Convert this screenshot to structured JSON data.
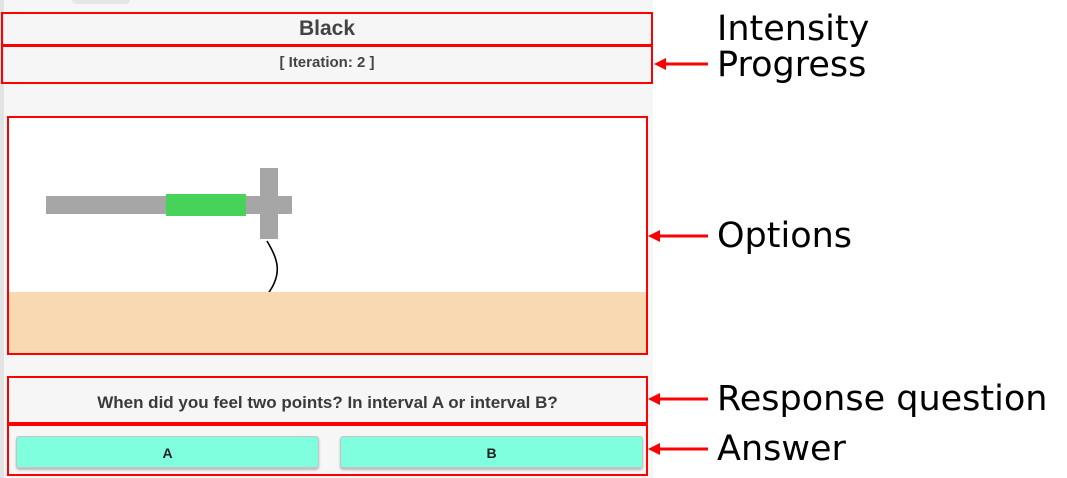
{
  "app": {
    "intensity": "Black",
    "progress": "[ Iteration: 2 ]",
    "question": "When did you feel two points? In interval A or interval B?",
    "answers": [
      "A",
      "B"
    ]
  },
  "annotations": {
    "intensity": "Intensity",
    "progress": "Progress",
    "options": "Options",
    "response_question": "Response question",
    "answer": "Answer"
  },
  "colors": {
    "annotation_red": "#ff0000",
    "answer_button": "#7fffdd",
    "skin": "#f8d9b2",
    "probe_gray": "#a6a6a6",
    "probe_green": "#47d35a"
  },
  "icons": [
    "two-point-probe-icon"
  ]
}
